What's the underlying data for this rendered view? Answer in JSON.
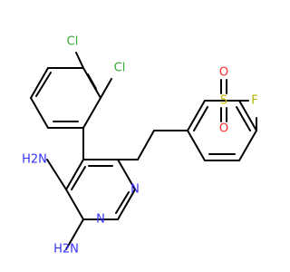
{
  "atoms": {
    "cl1": {
      "text": "Cl",
      "color": "#33aa33"
    },
    "cl2": {
      "text": "Cl",
      "color": "#33aa33"
    },
    "nh2_top": {
      "text": "H2N",
      "color": "#3333ff"
    },
    "nh2_bottom": {
      "text": "H2N",
      "color": "#3333ff"
    },
    "n_ring_top": {
      "text": "N",
      "color": "#3333ff"
    },
    "n_ring_bottom": {
      "text": "N",
      "color": "#3333ff"
    },
    "sulfur": {
      "text": "S",
      "color": "#c8b400"
    },
    "oxygen_top": {
      "text": "O",
      "color": "#ff2a2a"
    },
    "oxygen_bottom": {
      "text": "O",
      "color": "#ff2a2a"
    },
    "fluorine": {
      "text": "F",
      "color": "#b4b400"
    }
  }
}
